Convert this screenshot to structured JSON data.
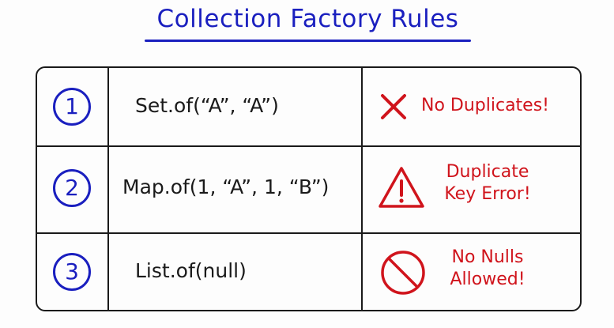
{
  "title": "Collection Factory Rules",
  "colors": {
    "title": "#1a1fbf",
    "number": "#1a1fbf",
    "code": "#1a1a1a",
    "error": "#d0141c",
    "border": "#1a1a1a"
  },
  "rows": [
    {
      "number": "1",
      "code": "Set.of(“A”, “A”)",
      "icon": "x-mark-icon",
      "message": "No Duplicates!"
    },
    {
      "number": "2",
      "code": "Map.of(1, “A”, 1, “B”)",
      "icon": "warning-triangle-icon",
      "message_line1": "Duplicate",
      "message_line2": "Key Error!"
    },
    {
      "number": "3",
      "code": "List.of(null)",
      "icon": "prohibited-icon",
      "message_line1": "No Nulls",
      "message_line2": "Allowed!"
    }
  ]
}
